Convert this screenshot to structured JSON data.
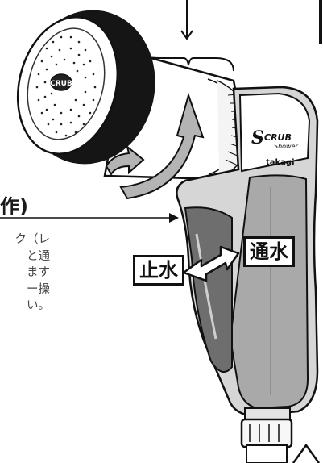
{
  "callout": {
    "heading": "作)",
    "lines": [
      "ク（レ",
      "と通",
      "ます",
      "ー操",
      "い。"
    ]
  },
  "labels": {
    "stop_water": "止水",
    "flow_water": "通水"
  },
  "brand": {
    "scrub_s": "S",
    "scrub_rest": "CRUB",
    "shower": "Shower",
    "maker": "takagi"
  },
  "center_cap_text": "CRUB",
  "colors": {
    "outline": "#111111",
    "light_gray": "#d6d6d6",
    "mid_gray": "#a9a9a9",
    "dark_gray": "#6e6e6e",
    "tire": "#151515"
  }
}
